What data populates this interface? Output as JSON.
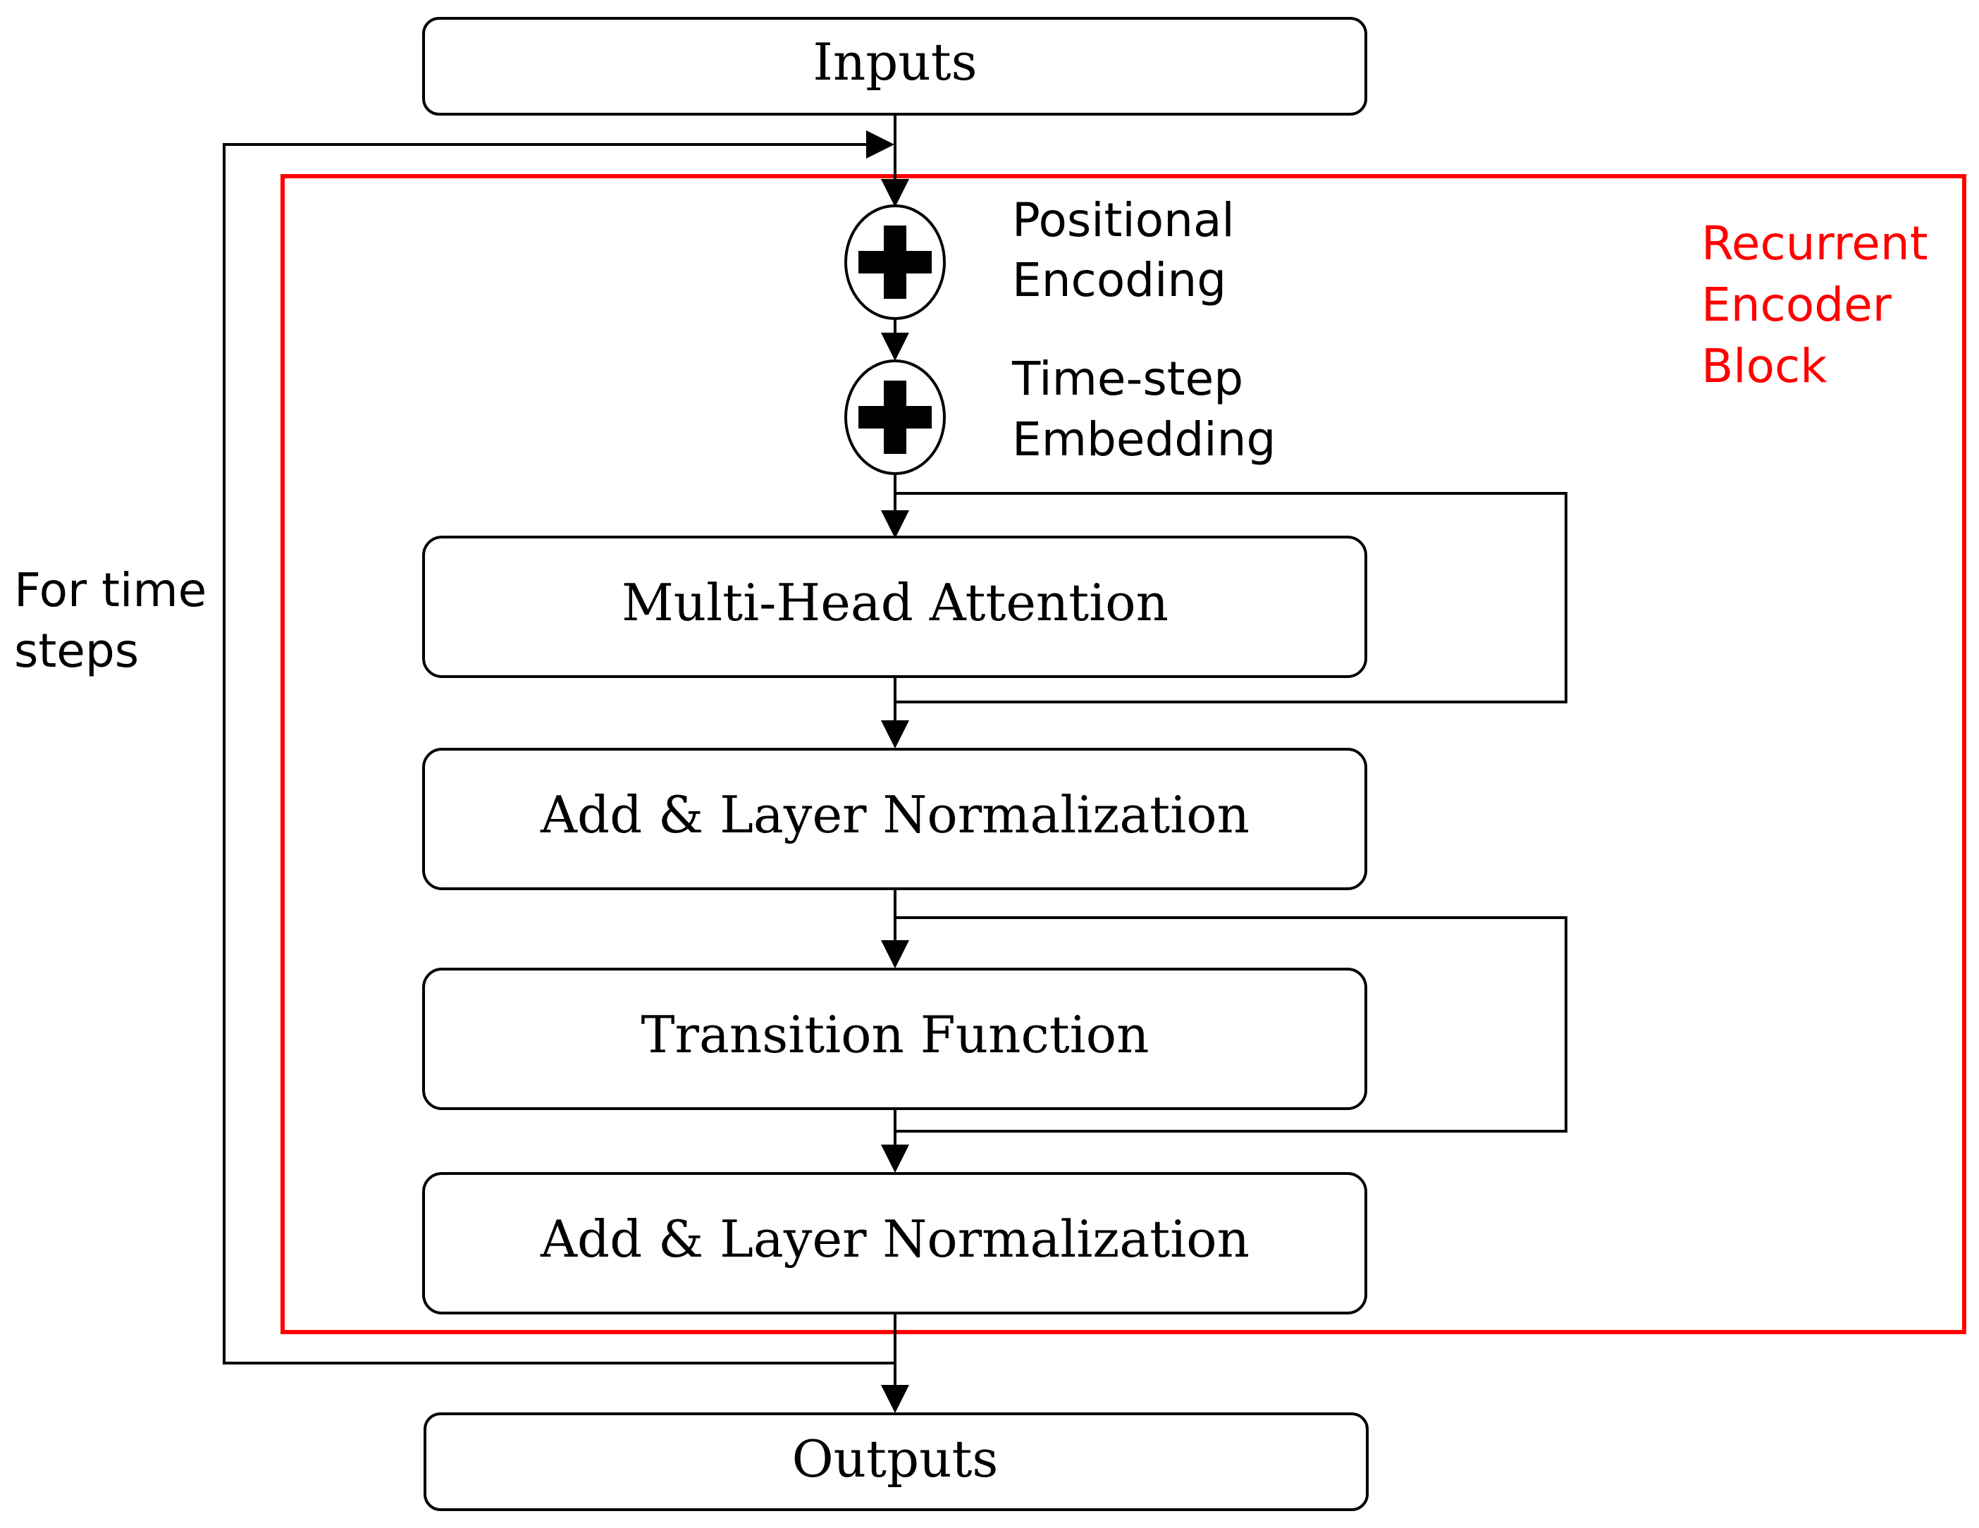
{
  "diagram": {
    "inputs": "Inputs",
    "outputs": "Outputs",
    "positional_encoding": [
      "Positional",
      "Encoding"
    ],
    "time_step_embedding": [
      "Time-step",
      "Embedding"
    ],
    "multi_head_attention": "Multi-Head Attention",
    "add_norm_1": "Add & Layer Normalization",
    "transition_function": "Transition Function",
    "add_norm_2": "Add & Layer Normalization",
    "recurrent_block": [
      "Recurrent",
      "Encoder",
      "Block"
    ],
    "time_steps_loop": [
      "For time",
      "steps"
    ],
    "colors": {
      "block_border": "#ff0000",
      "line": "#000000"
    }
  }
}
